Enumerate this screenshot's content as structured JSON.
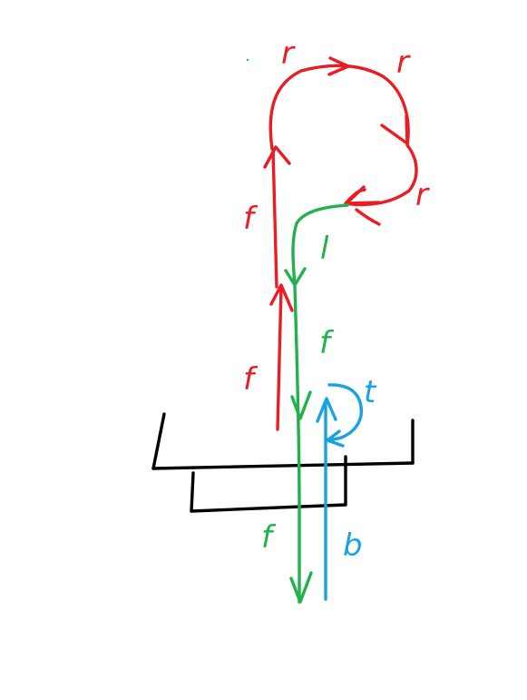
{
  "colors": {
    "red": "#ea1c24",
    "green": "#22b14c",
    "blue": "#1aa2e0",
    "black": "#000000",
    "background": "#ffffff"
  },
  "labels": {
    "red_r_top_left": "r",
    "red_r_top_right": "r",
    "red_r_right": "r",
    "red_f_upper": "f",
    "red_f_lower": "f",
    "green_l": "l",
    "green_f_mid": "f",
    "green_f_low": "f",
    "blue_t": "t",
    "blue_b": "b"
  }
}
